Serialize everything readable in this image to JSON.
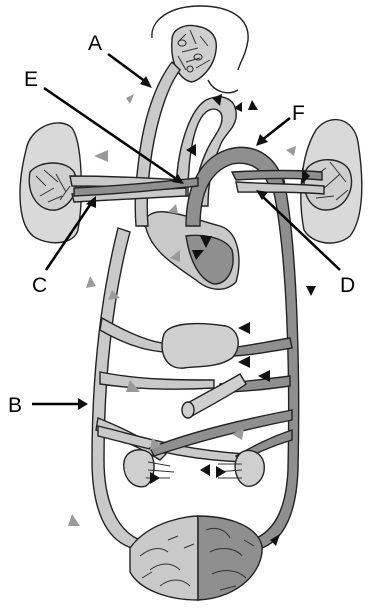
{
  "labels": {
    "A": "A",
    "B": "B",
    "C": "C",
    "D": "D",
    "E": "E",
    "F": "F"
  },
  "colors": {
    "oxygenated_vessel": "#c9c9c9",
    "deoxygenated_vessel": "#8f8f8f",
    "pointer": "#000000"
  }
}
